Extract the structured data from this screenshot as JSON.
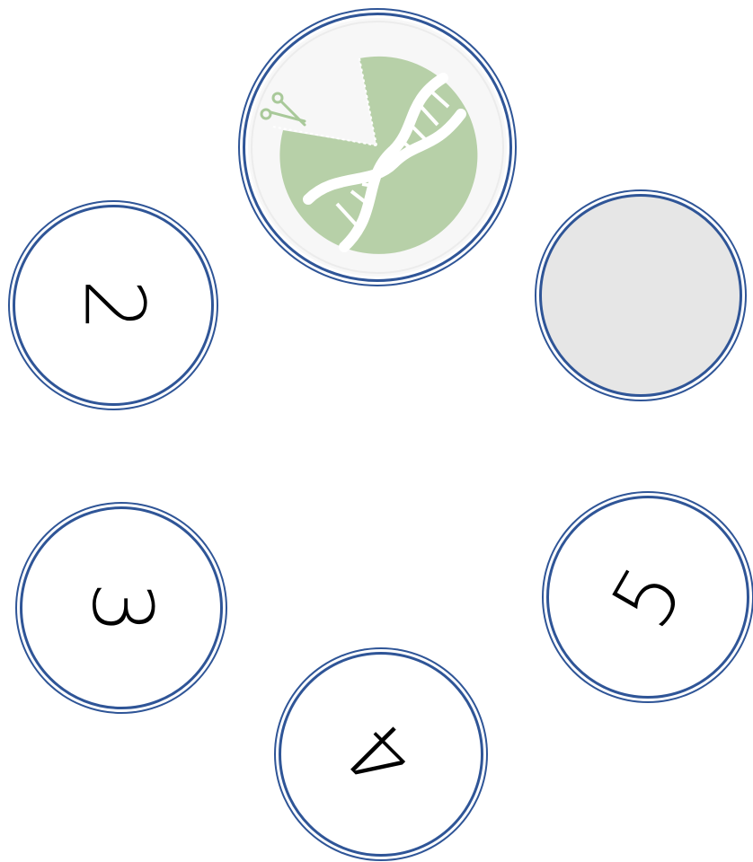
{
  "diagram": {
    "circles": [
      {
        "id": "dna-editing",
        "label": "",
        "icon": "dna-scissors-icon"
      },
      {
        "id": "step-2",
        "label": "2"
      },
      {
        "id": "step-3",
        "label": "3"
      },
      {
        "id": "step-4",
        "label": "4"
      },
      {
        "id": "step-5",
        "label": "5"
      },
      {
        "id": "step-6",
        "label": ""
      }
    ],
    "colors": {
      "ring": "#2f5597",
      "dna_green": "#a9c99a",
      "empty_fill": "#e6e6e6"
    }
  }
}
